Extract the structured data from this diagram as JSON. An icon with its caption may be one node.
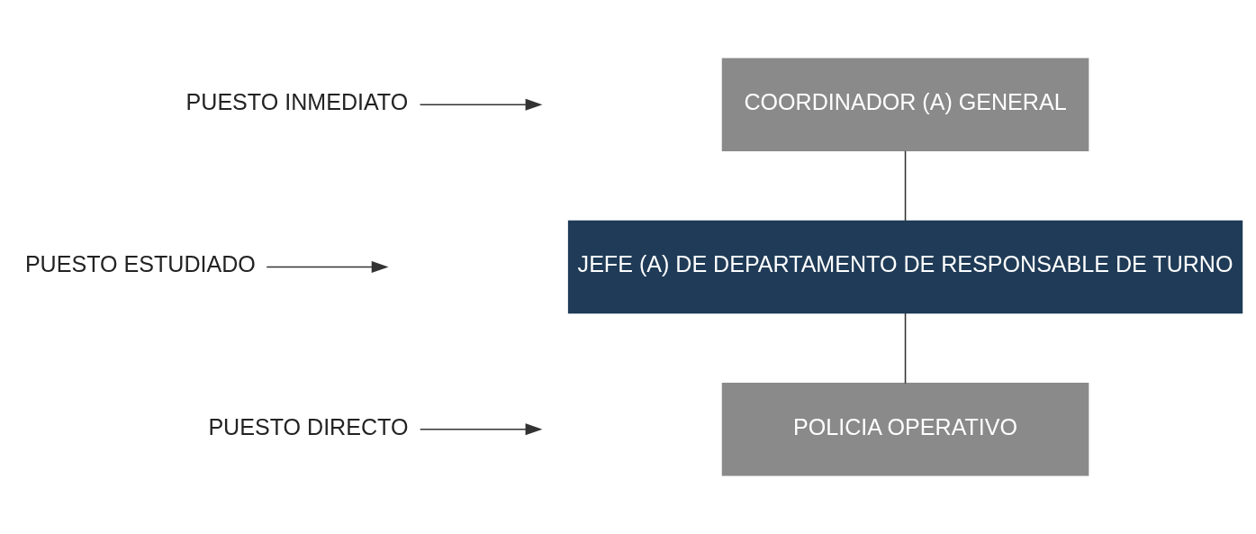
{
  "diagram": {
    "nodes": [
      {
        "text": [
          "COORDINADOR (A) GENERAL"
        ]
      },
      {
        "text": [
          "JEFE (A) DE DEPARTAMENTO DE RESPONSABLE DE TURNO"
        ]
      },
      {
        "text": [
          "POLICIA OPERATIVO"
        ]
      },
      {
        "text": [
          "PUESTO INMEDIATO"
        ]
      },
      {
        "text": [
          "PUESTO ESTUDIADO"
        ]
      },
      {
        "text": [
          "PUESTO DIRECTO"
        ]
      }
    ],
    "edges": [
      {
        "from": 0,
        "to": 1,
        "arrow": "none"
      },
      {
        "from": 1,
        "to": 2,
        "arrow": "none"
      },
      {
        "from": 3,
        "to": null,
        "arrow": "to"
      },
      {
        "from": 4,
        "to": null,
        "arrow": "to"
      },
      {
        "from": 5,
        "to": null,
        "arrow": "to"
      }
    ]
  }
}
